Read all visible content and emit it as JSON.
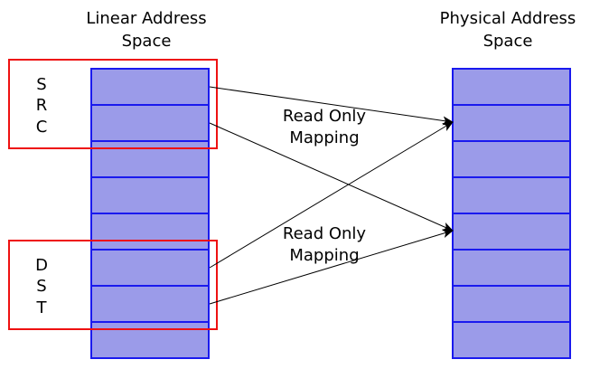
{
  "linear_space": {
    "title_line1": "Linear Address",
    "title_line2": "Space",
    "page_count": 8
  },
  "physical_space": {
    "title_line1": "Physical Address",
    "title_line2": "Space",
    "page_count": 8
  },
  "regions": {
    "src": {
      "letters": [
        "S",
        "R",
        "C"
      ],
      "pages": [
        0,
        1
      ]
    },
    "dst": {
      "letters": [
        "D",
        "S",
        "T"
      ],
      "pages": [
        5,
        6
      ]
    }
  },
  "mappings": [
    {
      "from_page": 0,
      "to_page": 1
    },
    {
      "from_page": 1,
      "to_page": 4
    },
    {
      "from_page": 5,
      "to_page": 1
    },
    {
      "from_page": 6,
      "to_page": 4
    }
  ],
  "mapping_labels": [
    {
      "line1": "Read Only",
      "line2": "Mapping"
    },
    {
      "line1": "Read Only",
      "line2": "Mapping"
    }
  ],
  "colors": {
    "page_fill": "#9b9be9",
    "page_stroke": "#1a1aee",
    "region_stroke": "#ee1111",
    "arrow": "#000000"
  }
}
